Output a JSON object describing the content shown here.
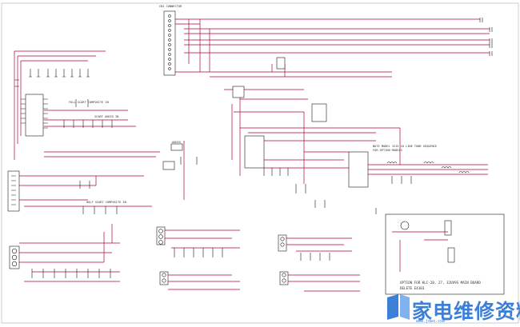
{
  "labels": {
    "top_connector": "CN1 CONNECTOR",
    "full_scart": "FULL SCART COMPOSITE IN",
    "scart_audio": "SCART AUDIO IN",
    "half_scart": "HALF SCART COMPOSITE IN",
    "option_note_1": "OPTION FOR KLC-20, 27, 32UV9S MAIN BOARD",
    "option_note_2": "DELETE E4303",
    "note_right_1": "NOTE MODEL JS15 10 LINE TUNE SEQUENCE",
    "note_right_2": "FOR OPTION MODELS",
    "small_box": "AUDIO"
  },
  "watermark": {
    "text": "家电维修资料网",
    "url": "www.jdwx.com"
  },
  "colors": {
    "wire": "#b0003a",
    "component": "#1a1a1a",
    "watermark": "#3d7fd6"
  }
}
